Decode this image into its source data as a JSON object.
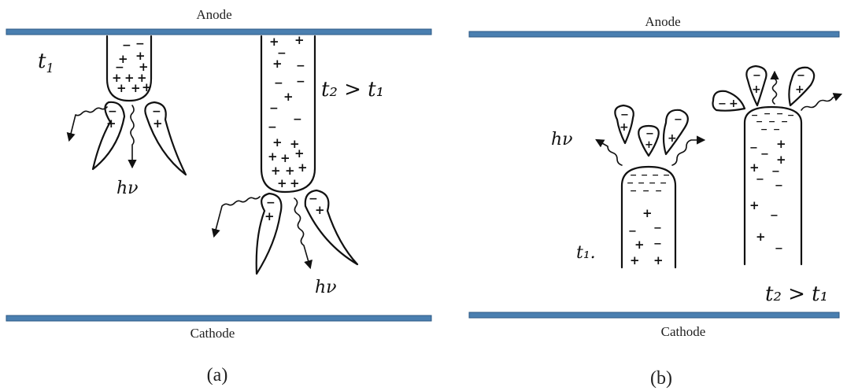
{
  "panel_a": {
    "anode_label": "Anode",
    "cathode_label": "Cathode",
    "caption": "(a)",
    "time_label_1_base": "t",
    "time_label_1_sub": "1",
    "time_label_2": "t₂ > t₁",
    "photon_label_1": "hν",
    "photon_label_2": "hν"
  },
  "panel_b": {
    "anode_label": "Anode",
    "cathode_label": "Cathode",
    "caption": "(b)",
    "photon_label": "hν",
    "time_label_1": "t₁.",
    "time_label_2": "t₂ > t₁"
  },
  "symbols": {
    "plus": "+",
    "minus": "−"
  },
  "colors": {
    "electrode": "#4a7fb0",
    "ink": "#111111"
  }
}
